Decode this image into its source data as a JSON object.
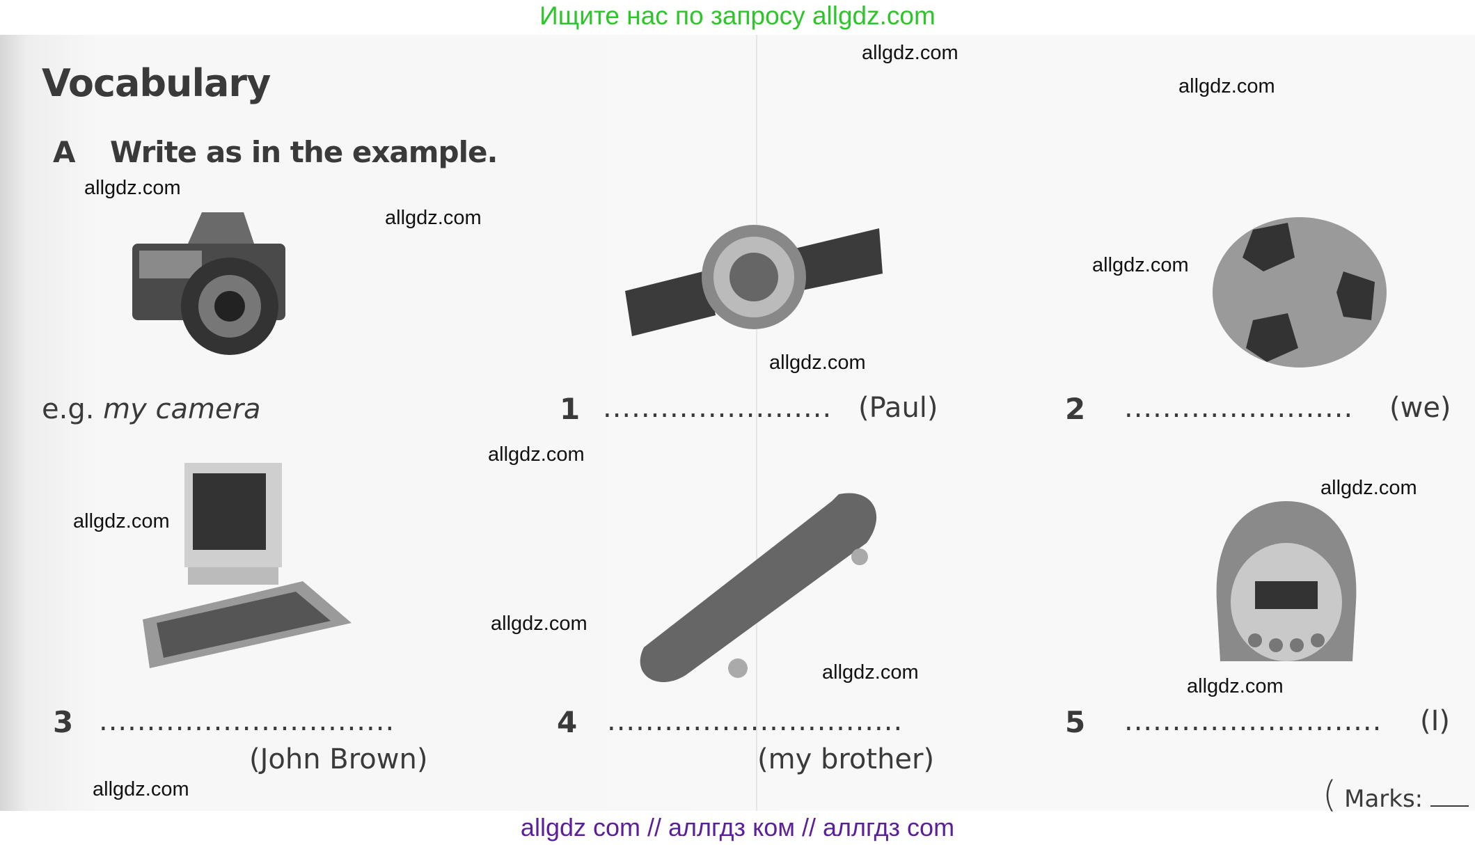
{
  "banner_top": "Ищите нас по запросу allgdz.com",
  "banner_bottom": "allgdz com  //  аллгдз ком  //  аллгдз com",
  "section_title": "Vocabulary",
  "exercise": {
    "letter": "A",
    "instruction": "Write as in the example."
  },
  "example": {
    "prefix": "e.g.",
    "answer": "my camera"
  },
  "items": [
    {
      "number": "1",
      "blank": "........................",
      "hint": "(Paul)",
      "picture": "watch"
    },
    {
      "number": "2",
      "blank": "........................",
      "hint": "(we)",
      "picture": "football"
    },
    {
      "number": "3",
      "blank": "...............................",
      "hint": "(John Brown)",
      "picture": "computer"
    },
    {
      "number": "4",
      "blank": "...............................",
      "hint": "(my brother)",
      "picture": "skateboard"
    },
    {
      "number": "5",
      "blank": "...........................",
      "hint": "(I)",
      "picture": "alarm-clock"
    }
  ],
  "marks_label": "Marks:",
  "watermarks": [
    "allgdz.com",
    "allgdz.com",
    "allgdz.com",
    "allgdz.com",
    "allgdz.com",
    "allgdz.com",
    "allgdz.com",
    "allgdz.com",
    "allgdz.com",
    "allgdz.com",
    "allgdz.com",
    "allgdz.com",
    "allgdz.com"
  ],
  "colors": {
    "banner_top": "#2ec52a",
    "banner_bottom": "#5b1f9c",
    "text": "#3a3a3a"
  }
}
